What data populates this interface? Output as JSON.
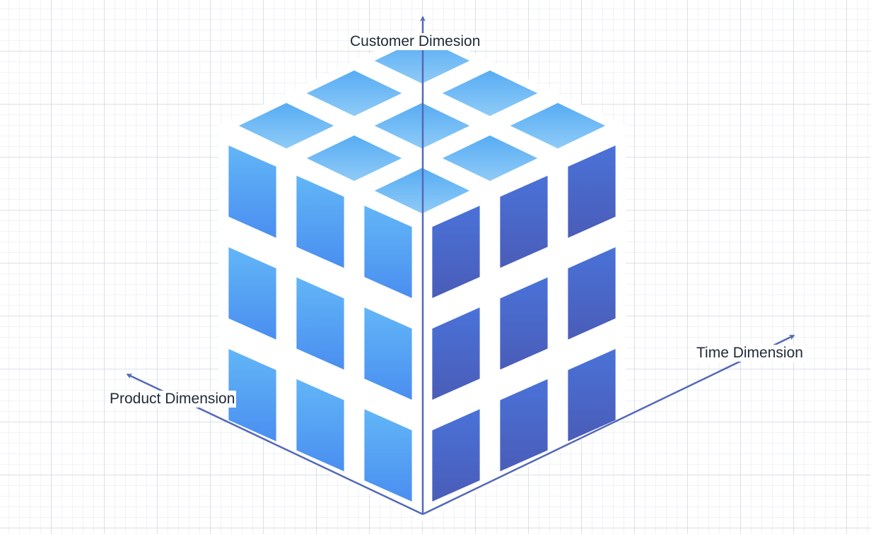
{
  "diagram": {
    "labels": {
      "customer": "Customer Dimesion",
      "time": "Time Dimension",
      "product": "Product Dimension"
    },
    "colors": {
      "axis": "#5468b8",
      "top_light": "#8fcbf7",
      "top_dark": "#57acf4",
      "left_light": "#62b6f7",
      "left_dark": "#4a8ef0",
      "right_light": "#4a72d8",
      "right_dark": "#4a5cb8",
      "gutter": "#ffffff",
      "label_text": "#1f2937"
    },
    "cube": {
      "grid_size": 3,
      "faces": [
        "top",
        "left",
        "right"
      ]
    }
  }
}
